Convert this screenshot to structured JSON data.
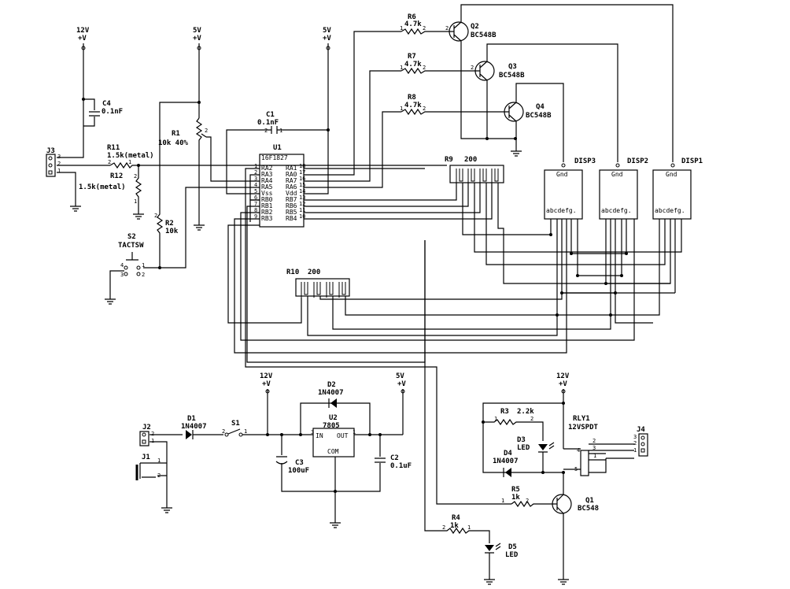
{
  "labels": {
    "v12_top": "12V",
    "v5_a": "5V",
    "v5_b": "5V",
    "vplus": "+V",
    "v12_mid": "12V",
    "v5_mid": "5V",
    "v12_relay": "12V",
    "j3": "J3",
    "c4": "C4",
    "c4_val": "0.1nF",
    "r11": "R11",
    "r11_val": "1.5k(metal)",
    "r12": "R12",
    "r12_val": "1.5k(metal)",
    "r1": "R1",
    "r1_val": "10k 40%",
    "r2": "R2",
    "r2_val": "10k",
    "s2": "S2",
    "s2_val": "TACTSW",
    "c1": "C1",
    "c1_val": "0.1nF",
    "u1": "U1",
    "u1_part": "16F1827",
    "r6": "R6",
    "r6_val": "4.7k",
    "r7": "R7",
    "r7_val": "4.7k",
    "r8": "R8",
    "r8_val": "4.7k",
    "q2": "Q2",
    "q2_val": "BC548B",
    "q3": "Q3",
    "q3_val": "BC548B",
    "q4": "Q4",
    "q4_val": "BC548B",
    "r9": "R9",
    "r9_val": "200",
    "r10": "R10",
    "r10_val": "200",
    "disp3": "DISP3",
    "disp2": "DISP2",
    "disp1": "DISP1",
    "gnd": "Gnd",
    "segs": "abcdefg.",
    "j2": "J2",
    "j1": "J1",
    "d1": "D1",
    "d1_val": "1N4007",
    "s1": "S1",
    "d2": "D2",
    "d2_val": "1N4007",
    "u2": "U2",
    "u2_val": "7805",
    "u2_in": "IN",
    "u2_out": "OUT",
    "u2_com": "COM",
    "c3": "C3",
    "c3_val": "100uF",
    "c2": "C2",
    "c2_val": "0.1uF",
    "r3": "R3",
    "r3_val": "2.2k",
    "rly1": "RLY1",
    "rly1_val": "12VSPDT",
    "j4": "J4",
    "d3": "D3",
    "d3_val": "LED",
    "d4": "D4",
    "d4_val": "1N4007",
    "r5": "R5",
    "r5_val": "1k",
    "q1": "Q1",
    "q1_val": "BC548",
    "r4": "R4",
    "r4_val": "1k",
    "d5": "D5",
    "d5_val": "LED"
  },
  "u1_pins": {
    "left": [
      {
        "num": "1",
        "name": "RA2"
      },
      {
        "num": "2",
        "name": "RA3"
      },
      {
        "num": "3",
        "name": "RA4"
      },
      {
        "num": "4",
        "name": "RA5"
      },
      {
        "num": "5",
        "name": "Vss"
      },
      {
        "num": "6",
        "name": "RB0"
      },
      {
        "num": "7",
        "name": "RB1"
      },
      {
        "num": "8",
        "name": "RB2"
      },
      {
        "num": "9",
        "name": "RB3"
      }
    ],
    "right": [
      {
        "num": "18",
        "name": "RA1"
      },
      {
        "num": "17",
        "name": "RA0"
      },
      {
        "num": "16",
        "name": "RA7"
      },
      {
        "num": "15",
        "name": "RA6"
      },
      {
        "num": "14",
        "name": "Vdd"
      },
      {
        "num": "13",
        "name": "RB7"
      },
      {
        "num": "12",
        "name": "RB6"
      },
      {
        "num": "11",
        "name": "RB5"
      },
      {
        "num": "10",
        "name": "RB4"
      }
    ]
  }
}
